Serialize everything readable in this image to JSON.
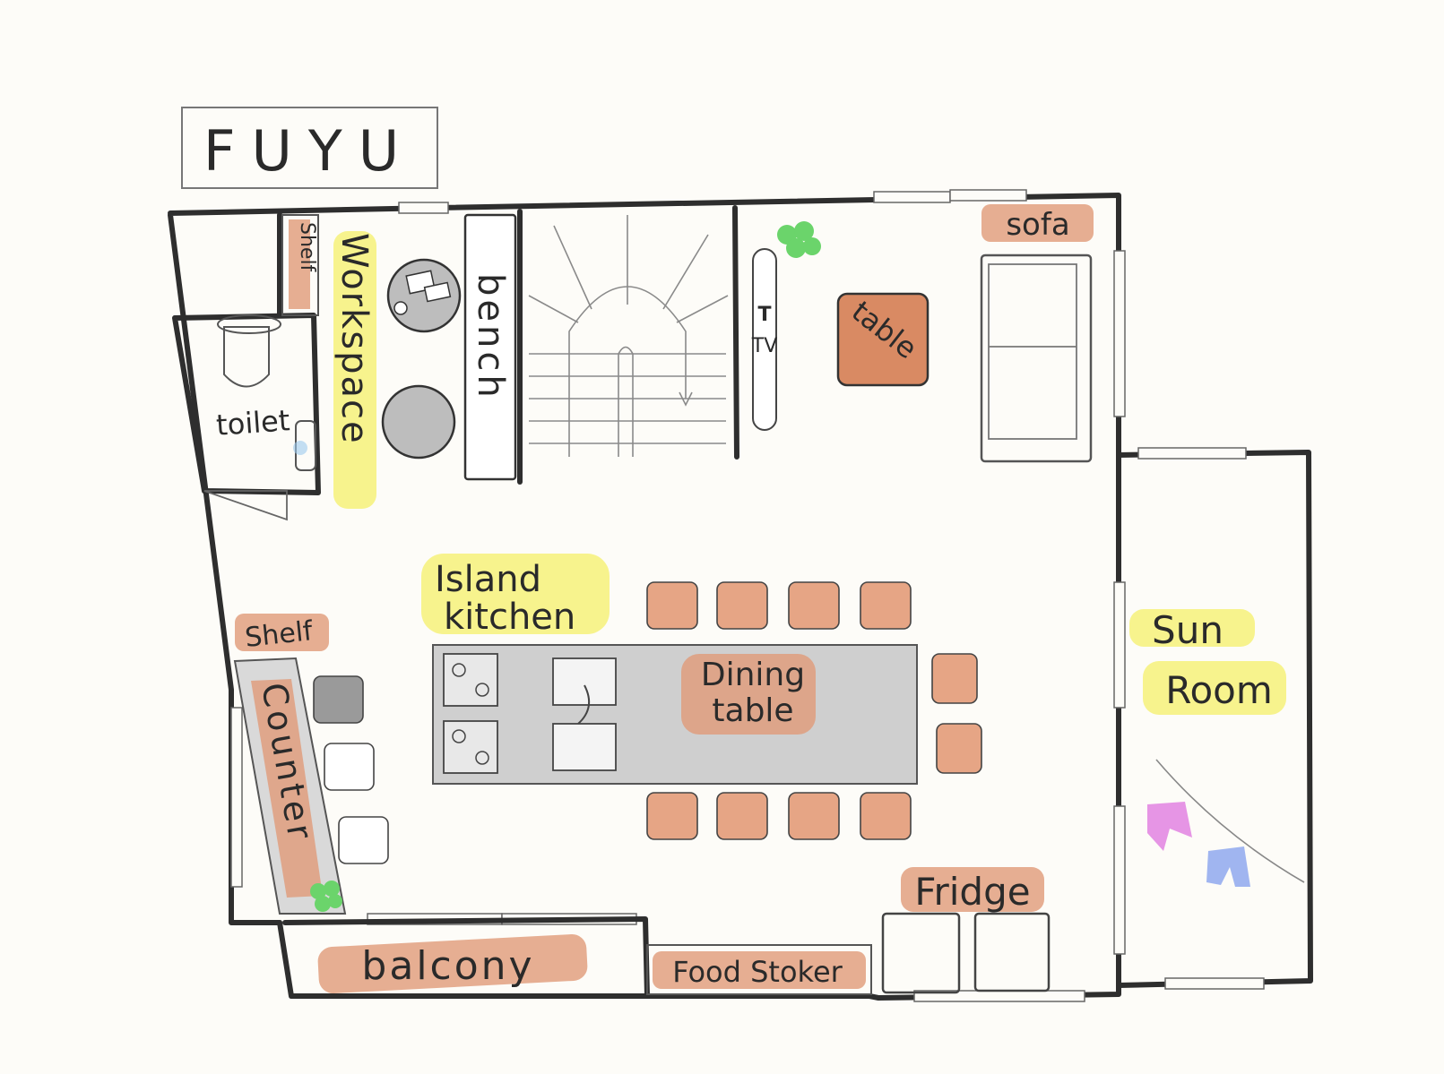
{
  "title": "FUYU",
  "rooms": {
    "shelf_top": "Shelf",
    "workspace": "Workspace",
    "bench": "bench",
    "tv": "TV",
    "table": "table",
    "sofa": "sofa",
    "toilet": "toilet",
    "island_kitchen_1": "Island",
    "island_kitchen_2": "kitchen",
    "dining_table_1": "Dining",
    "dining_table_2": "table",
    "shelf_left": "Shelf",
    "counter": "Counter",
    "sun_room_1": "Sun",
    "sun_room_2": "Room",
    "fridge": "Fridge",
    "food_stoker": "Food Stoker",
    "balcony": "balcony"
  },
  "colors": {
    "wall": "#2e2e2e",
    "terracotta": "#e09a78",
    "highlight": "#f4f06a",
    "plant": "#6bd46b",
    "laundry_pink": "#e07be0",
    "laundry_blue": "#8fa8ef"
  }
}
